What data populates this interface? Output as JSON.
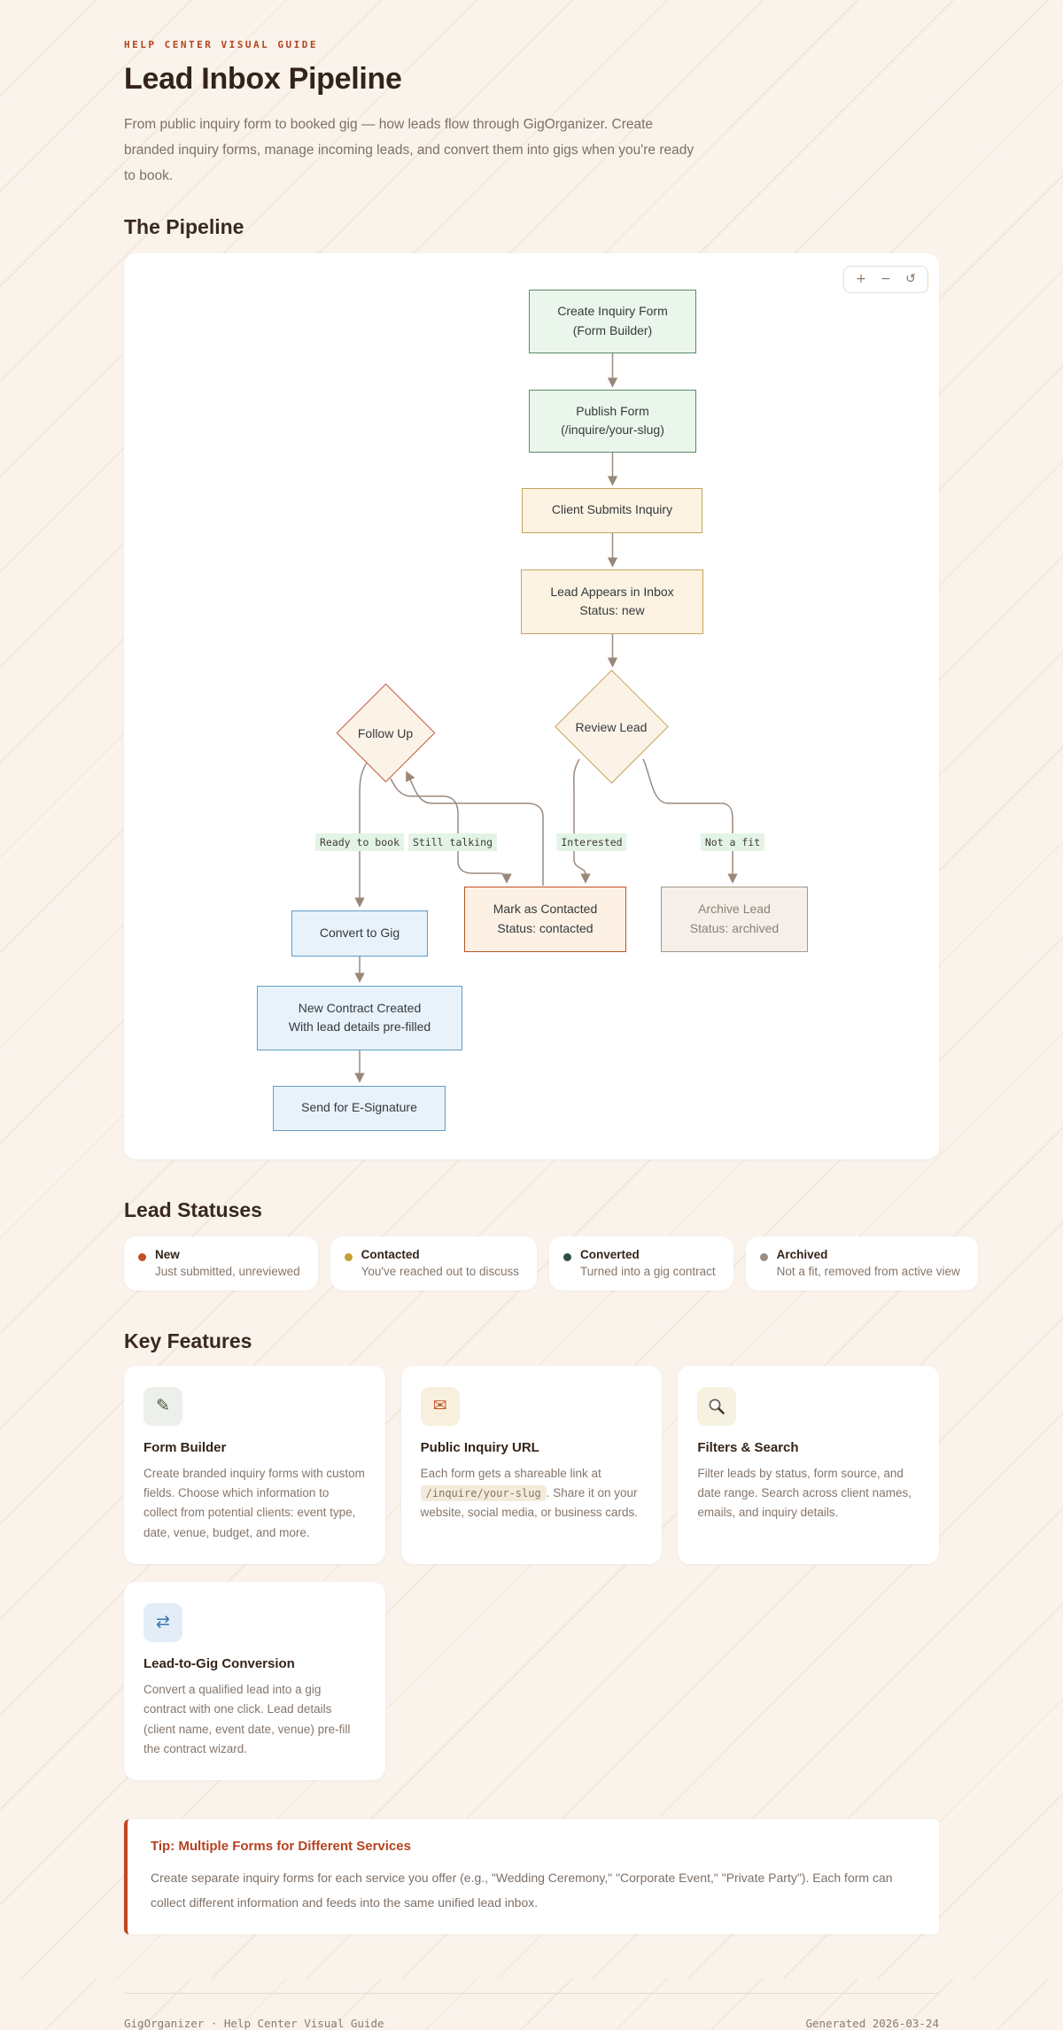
{
  "page": {
    "eyebrow": "HELP CENTER VISUAL GUIDE",
    "title": "Lead Inbox Pipeline",
    "description": "From public inquiry form to booked gig — how leads flow through GigOrganizer. Create branded inquiry forms, manage incoming leads, and convert them into gigs when you're ready to book."
  },
  "sections": {
    "pipeline": "The Pipeline",
    "statuses": "Lead Statuses",
    "features": "Key Features"
  },
  "pipeline": {
    "zoom": {
      "in": "+",
      "out": "−",
      "reset": "↺"
    },
    "nodes": {
      "create_form": {
        "line1": "Create Inquiry Form",
        "line2": "(Form Builder)"
      },
      "publish_form": {
        "line1": "Publish Form",
        "line2": "(/inquire/your-slug)"
      },
      "client_submits": {
        "line1": "Client Submits Inquiry"
      },
      "lead_appears": {
        "line1": "Lead Appears in Inbox",
        "line2": "Status: new"
      },
      "review_lead": {
        "line1": "Review Lead"
      },
      "follow_up": {
        "line1": "Follow Up"
      },
      "convert": {
        "line1": "Convert to Gig"
      },
      "mark_contacted": {
        "line1": "Mark as Contacted",
        "line2": "Status: contacted"
      },
      "archive": {
        "line1": "Archive Lead",
        "line2": "Status: archived"
      },
      "new_contract": {
        "line1": "New Contract Created",
        "line2": "With lead details pre-filled"
      },
      "send_esign": {
        "line1": "Send for E-Signature"
      }
    },
    "edge_labels": {
      "ready": "Ready to book",
      "still_talking": "Still talking",
      "interested": "Interested",
      "not_a_fit": "Not a fit"
    }
  },
  "statuses": [
    {
      "label": "New",
      "desc": "Just submitted, unreviewed",
      "color": "#c1502b"
    },
    {
      "label": "Contacted",
      "desc": "You've reached out to discuss",
      "color": "#c79f33"
    },
    {
      "label": "Converted",
      "desc": "Turned into a gig contract",
      "color": "#2f5140"
    },
    {
      "label": "Archived",
      "desc": "Not a fit, removed from active view",
      "color": "#9a8e85"
    }
  ],
  "features": [
    {
      "title": "Form Builder",
      "desc": "Create branded inquiry forms with custom fields. Choose which information to collect from potential clients: event type, date, venue, budget, and more."
    },
    {
      "title": "Public Inquiry URL",
      "desc_before": "Each form gets a shareable link at ",
      "code": "/inquire/your-slug",
      "desc_after": ". Share it on your website, social media, or business cards."
    },
    {
      "title": "Filters & Search",
      "desc": "Filter leads by status, form source, and date range. Search across client names, emails, and inquiry details."
    },
    {
      "title": "Lead-to-Gig Conversion",
      "desc": "Convert a qualified lead into a gig contract with one click. Lead details (client name, event date, venue) pre-fill the contract wizard."
    }
  ],
  "tip": {
    "title": "Tip: Multiple Forms for Different Services",
    "body": "Create separate inquiry forms for each service you offer (e.g., \"Wedding Ceremony,\" \"Corporate Event,\" \"Private Party\"). Each form can collect different information and feeds into the same unified lead inbox."
  },
  "footer": {
    "left": "GigOrganizer · Help Center Visual Guide",
    "right": "Generated 2026-03-24"
  }
}
